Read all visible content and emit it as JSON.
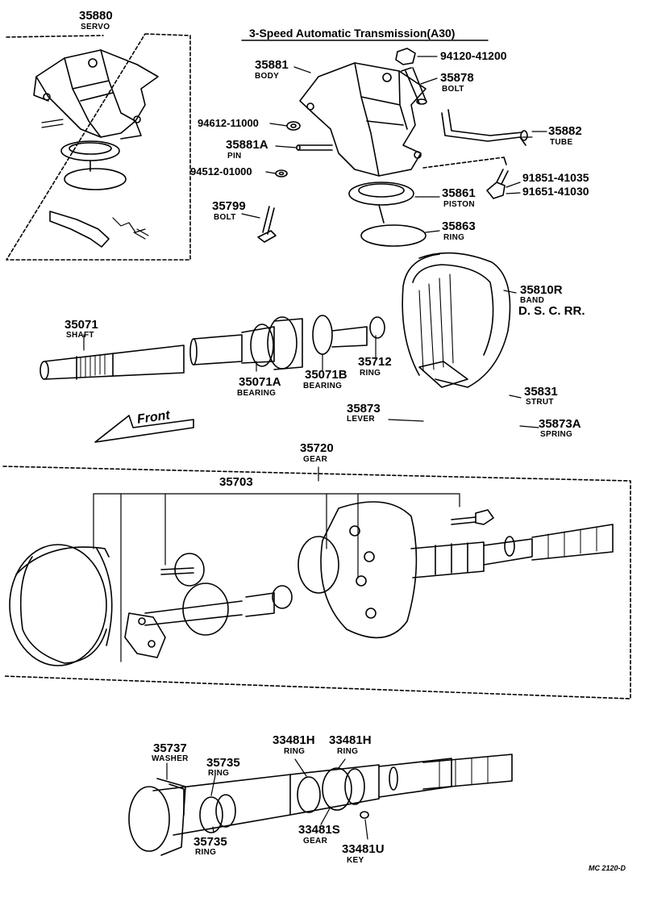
{
  "title": "3-Speed Automatic Transmission(A30)",
  "front_label": "Front",
  "drawing_code": "MC 2120-D",
  "parts": {
    "p35880": {
      "number": "35880",
      "name": "SERVO"
    },
    "p35881": {
      "number": "35881",
      "name": "BODY"
    },
    "p94120": {
      "number": "94120-41200"
    },
    "p35878": {
      "number": "35878",
      "name": "BOLT"
    },
    "p94612": {
      "number": "94612-11000"
    },
    "p35881a": {
      "number": "35881A",
      "name": "PIN"
    },
    "p35882": {
      "number": "35882",
      "name": "TUBE"
    },
    "p94512": {
      "number": "94512-01000"
    },
    "p91851": {
      "number": "91851-41035"
    },
    "p91651": {
      "number": "91651-41030"
    },
    "p35799": {
      "number": "35799",
      "name": "BOLT"
    },
    "p35861": {
      "number": "35861",
      "name": "PISTON"
    },
    "p35863": {
      "number": "35863",
      "name": "RING"
    },
    "p35810r": {
      "number": "35810R",
      "name": "BAND",
      "note": "D. S. C. RR."
    },
    "p35071": {
      "number": "35071",
      "name": "SHAFT"
    },
    "p35071a": {
      "number": "35071A",
      "name": "BEARING"
    },
    "p35071b": {
      "number": "35071B",
      "name": "BEARING"
    },
    "p35712": {
      "number": "35712",
      "name": "RING"
    },
    "p35831": {
      "number": "35831",
      "name": "STRUT"
    },
    "p35873": {
      "number": "35873",
      "name": "LEVER"
    },
    "p35873a": {
      "number": "35873A",
      "name": "SPRING"
    },
    "p35720": {
      "number": "35720",
      "name": "GEAR"
    },
    "p35703": {
      "number": "35703"
    },
    "p35737": {
      "number": "35737",
      "name": "WASHER"
    },
    "p35735a": {
      "number": "35735",
      "name": "RING"
    },
    "p35735b": {
      "number": "35735",
      "name": "RING"
    },
    "p33481h_a": {
      "number": "33481H",
      "name": "RING"
    },
    "p33481h_b": {
      "number": "33481H",
      "name": "RING"
    },
    "p33481s": {
      "number": "33481S",
      "name": "GEAR"
    },
    "p33481u": {
      "number": "33481U",
      "name": "KEY"
    }
  }
}
